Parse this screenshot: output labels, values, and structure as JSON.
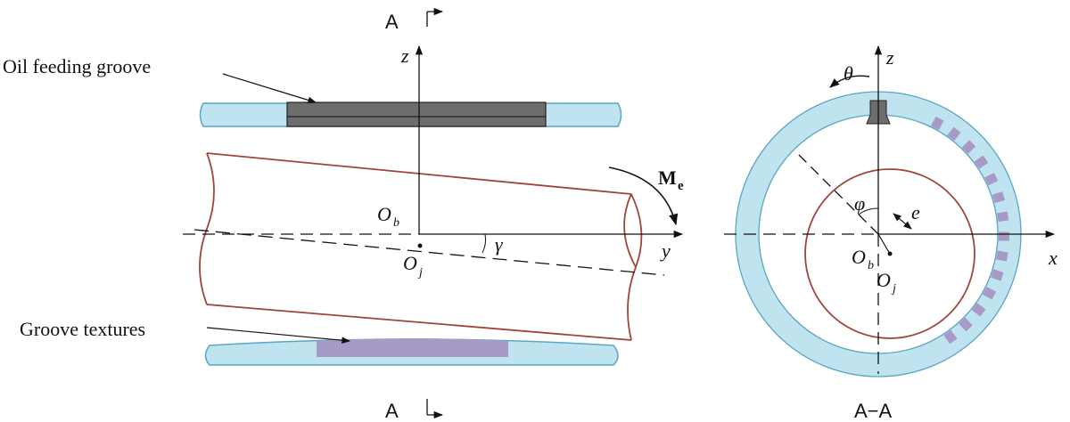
{
  "labels": {
    "oil_feeding_groove": "Oil feeding groove",
    "groove_textures": "Groove textures",
    "section_top": "A",
    "section_bottom": "A",
    "section_view": "A−A",
    "moment": "M",
    "moment_sub": "e",
    "axis_z_left": "z",
    "axis_y": "y",
    "axis_z_right": "z",
    "axis_x": "x",
    "bearing_center_left": "O",
    "bearing_center_left_sub": "b",
    "journal_center_left": "O",
    "journal_center_left_sub": "j",
    "misalign_angle": "γ",
    "theta": "θ",
    "phi": "φ",
    "eccentricity": "e",
    "bearing_center_right": "O",
    "bearing_center_right_sub": "b",
    "journal_center_right": "O",
    "journal_center_right_sub": "j"
  },
  "colors": {
    "bushing_fill": "#bfe3ef",
    "bushing_stroke": "#5aa6c4",
    "journal_stroke": "#a0453d",
    "groove_fill": "#6d6d6d",
    "texture_fill": "#a79ac6",
    "line": "#111111"
  }
}
